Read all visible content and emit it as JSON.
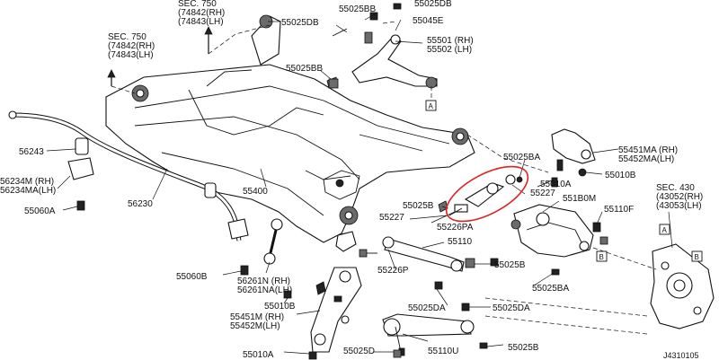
{
  "labels": [
    {
      "id": "sec750-top",
      "lines": [
        "SEC. 750",
        "(74842(RH)",
        "(74843(LH)"
      ]
    },
    {
      "id": "sec750-left",
      "lines": [
        "SEC. 750",
        "(74842(RH)",
        "(74843(LH)"
      ]
    },
    {
      "id": "p55025bb-top",
      "lines": [
        "55025BB"
      ]
    },
    {
      "id": "p55025db-top",
      "lines": [
        "55025DB"
      ]
    },
    {
      "id": "p55025db-tr",
      "lines": [
        "55025DB"
      ]
    },
    {
      "id": "p55045e",
      "lines": [
        "55045E"
      ]
    },
    {
      "id": "p55501",
      "lines": [
        "55501 (RH)",
        "55502 (LH)"
      ]
    },
    {
      "id": "p55025bb-mid",
      "lines": [
        "55025BB"
      ]
    },
    {
      "id": "p56243",
      "lines": [
        "56243"
      ]
    },
    {
      "id": "p56234m",
      "lines": [
        "56234M (RH)",
        "56234MA(LH)"
      ]
    },
    {
      "id": "p55060a",
      "lines": [
        "55060A"
      ]
    },
    {
      "id": "p56230",
      "lines": [
        "56230"
      ]
    },
    {
      "id": "p55400",
      "lines": [
        "55400"
      ]
    },
    {
      "id": "p55060b",
      "lines": [
        "55060B"
      ]
    },
    {
      "id": "p56261n",
      "lines": [
        "56261N (RH)",
        "56261NA(LH)"
      ]
    },
    {
      "id": "p55010b-left",
      "lines": [
        "55010B"
      ]
    },
    {
      "id": "p55451m",
      "lines": [
        "55451M (RH)",
        "55452M(LH)"
      ]
    },
    {
      "id": "p55010a-bottom",
      "lines": [
        "55010A"
      ]
    },
    {
      "id": "p55025d",
      "lines": [
        "55025D"
      ]
    },
    {
      "id": "p55110u",
      "lines": [
        "55110U"
      ]
    },
    {
      "id": "p55025b-bottom",
      "lines": [
        "55025B"
      ]
    },
    {
      "id": "p55025da-1",
      "lines": [
        "55025DA"
      ]
    },
    {
      "id": "p55025da-2",
      "lines": [
        "55025DA"
      ]
    },
    {
      "id": "p55226p",
      "lines": [
        "55226P"
      ]
    },
    {
      "id": "p55110",
      "lines": [
        "55110"
      ]
    },
    {
      "id": "p55025b-mid",
      "lines": [
        "55025B"
      ]
    },
    {
      "id": "p55025b-small",
      "lines": [
        "55025B"
      ]
    },
    {
      "id": "p55227-left",
      "lines": [
        "55227"
      ]
    },
    {
      "id": "p55226pa",
      "lines": [
        "55226PA"
      ]
    },
    {
      "id": "p55025ba-top",
      "lines": [
        "55025BA"
      ]
    },
    {
      "id": "p55227-right",
      "lines": [
        "55227"
      ]
    },
    {
      "id": "p55010a-mid",
      "lines": [
        "55010A"
      ]
    },
    {
      "id": "p551b0m",
      "lines": [
        "551B0M"
      ]
    },
    {
      "id": "p55110f",
      "lines": [
        "55110F"
      ]
    },
    {
      "id": "p55025ba-bottom",
      "lines": [
        "55025BA"
      ]
    },
    {
      "id": "p55451ma",
      "lines": [
        "55451MA (RH)",
        "55452MA(LH)"
      ]
    },
    {
      "id": "p55010b-right",
      "lines": [
        "55010B"
      ]
    },
    {
      "id": "sec430",
      "lines": [
        "SEC. 430",
        "(43052(RH)",
        "(43053(LH)"
      ]
    },
    {
      "id": "corner-code",
      "lines": [
        "J4310105"
      ]
    }
  ],
  "refs": [
    {
      "id": "ref-a-top",
      "letter": "A"
    },
    {
      "id": "ref-a-right",
      "letter": "A"
    },
    {
      "id": "ref-b-right",
      "letter": "B"
    },
    {
      "id": "ref-b-mid",
      "letter": "B"
    }
  ],
  "colors": {
    "line": "#111111",
    "shade": "#6b6b6b",
    "highlight": "#e02020"
  }
}
